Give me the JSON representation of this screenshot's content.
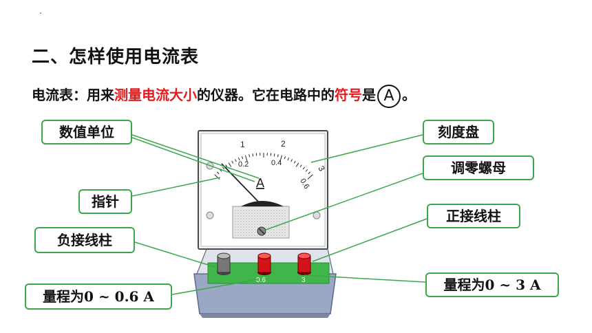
{
  "title": "二、怎样使用电流表",
  "intro": {
    "prefix": "电流表：用来",
    "highlight1": "测量电流大小",
    "middle": "的仪器。它在电路中的",
    "highlight2": "符号",
    "suffix_before": "是",
    "symbol": "A",
    "suffix_after": "。"
  },
  "labels": {
    "unit": "数值单位",
    "pointer": "指针",
    "negative_terminal": "负接线柱",
    "range_small": "量程为0 ~ 0.6 A",
    "dial": "刻度盘",
    "zero_adjust": "调零螺母",
    "positive_terminal": "正接线柱",
    "range_large": "量程为0 ~ 3 A"
  },
  "meter": {
    "top_scale": [
      "1",
      "2",
      "3"
    ],
    "bottom_scale": [
      "0.2",
      "0.4",
      "0.6"
    ],
    "unit_letter": "A",
    "terminal_small": "0.6",
    "terminal_large": "3"
  },
  "colors": {
    "accent_red": "#e8191c",
    "label_border": "#3aa84a",
    "panel_green": "#3fb54a",
    "base_blue": "#9aa8c6"
  }
}
